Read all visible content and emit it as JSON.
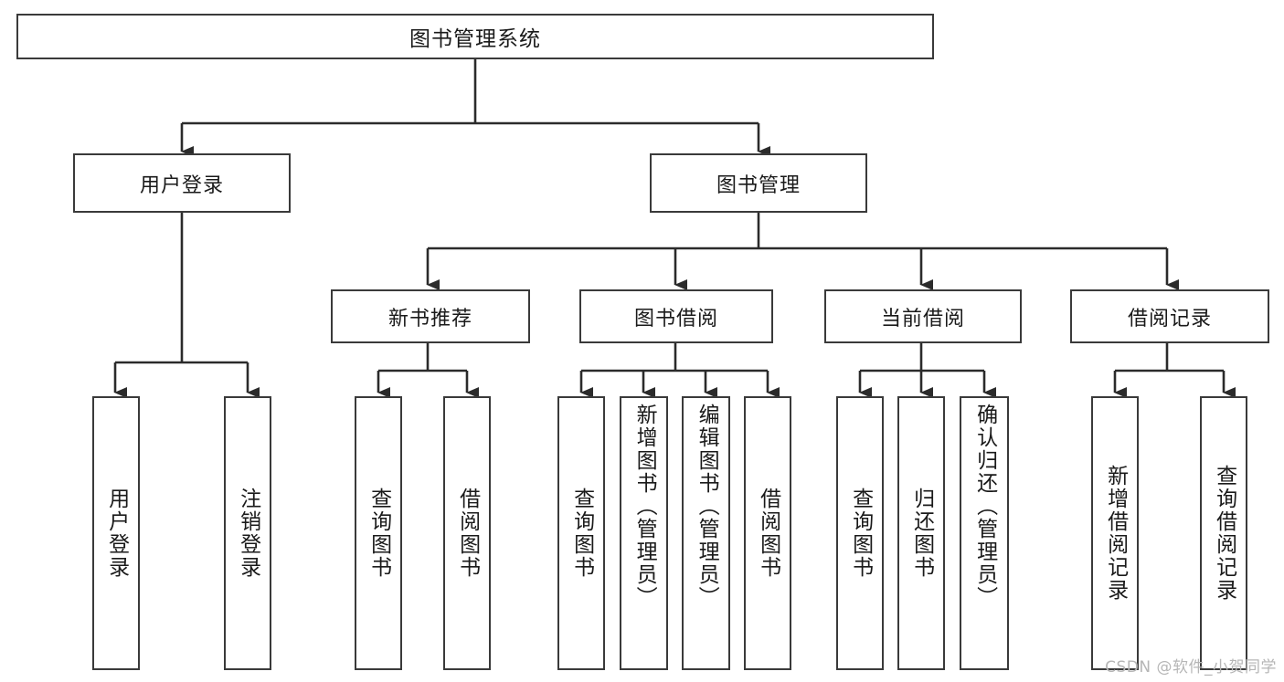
{
  "diagram": {
    "type": "tree",
    "title": "图书管理系统",
    "root": {
      "id": "root",
      "label": "图书管理系统"
    },
    "level2": [
      {
        "id": "user-login",
        "label": "用户登录"
      },
      {
        "id": "book-manage",
        "label": "图书管理"
      }
    ],
    "level3": [
      {
        "id": "new-book-recommend",
        "label": "新书推荐",
        "parent": "book-manage"
      },
      {
        "id": "book-borrow",
        "label": "图书借阅",
        "parent": "book-manage"
      },
      {
        "id": "current-borrow",
        "label": "当前借阅",
        "parent": "book-manage"
      },
      {
        "id": "borrow-record",
        "label": "借阅记录",
        "parent": "book-manage"
      }
    ],
    "leaves": [
      {
        "id": "leaf-user-login",
        "label": "用户登录",
        "parent": "user-login"
      },
      {
        "id": "leaf-user-logout",
        "label": "注销登录",
        "parent": "user-login"
      },
      {
        "id": "leaf-query-book-1",
        "label": "查询图书",
        "parent": "new-book-recommend"
      },
      {
        "id": "leaf-borrow-book-1",
        "label": "借阅图书",
        "parent": "new-book-recommend"
      },
      {
        "id": "leaf-query-book-2",
        "label": "查询图书",
        "parent": "book-borrow"
      },
      {
        "id": "leaf-add-book",
        "label": "新增图书（管理员）",
        "parent": "book-borrow"
      },
      {
        "id": "leaf-edit-book",
        "label": "编辑图书（管理员）",
        "parent": "book-borrow"
      },
      {
        "id": "leaf-borrow-book-2",
        "label": "借阅图书",
        "parent": "book-borrow"
      },
      {
        "id": "leaf-query-book-3",
        "label": "查询图书",
        "parent": "current-borrow"
      },
      {
        "id": "leaf-return-book",
        "label": "归还图书",
        "parent": "current-borrow"
      },
      {
        "id": "leaf-confirm-return",
        "label": "确认归还（管理员）",
        "parent": "current-borrow"
      },
      {
        "id": "leaf-add-record",
        "label": "新增借阅记录",
        "parent": "borrow-record"
      },
      {
        "id": "leaf-query-record",
        "label": "查询借阅记录",
        "parent": "borrow-record"
      }
    ]
  },
  "watermark": {
    "text": "CSDN @软件_小贺同学"
  },
  "colors": {
    "border": "#3a3a3a",
    "text": "#1a1a1a",
    "background": "#ffffff",
    "edge": "#2b2b2b",
    "watermark": "#b6b6b6"
  }
}
